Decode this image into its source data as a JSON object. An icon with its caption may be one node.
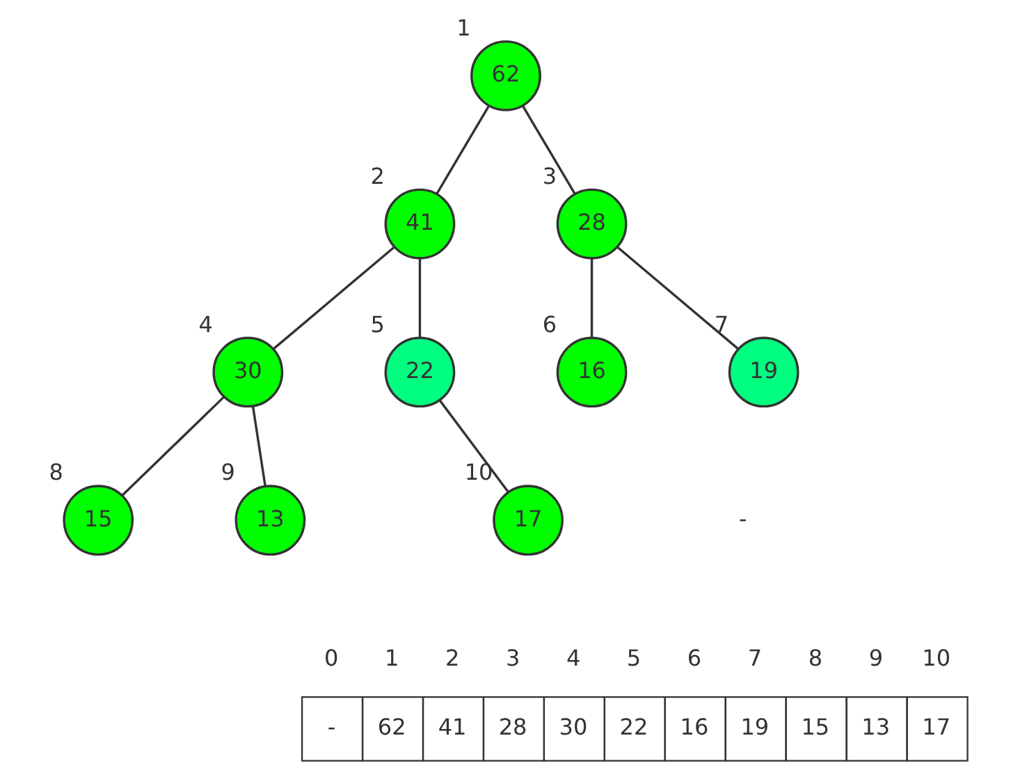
{
  "diagram": {
    "nodes": [
      {
        "text": [
          "62"
        ],
        "beside": [
          "1"
        ]
      },
      {
        "text": [
          "41"
        ],
        "beside": [
          "2"
        ]
      },
      {
        "text": [
          "28"
        ],
        "beside": [
          "3"
        ]
      },
      {
        "text": [
          "30"
        ],
        "beside": [
          "4"
        ]
      },
      {
        "text": [
          "22"
        ],
        "beside": [
          "5"
        ]
      },
      {
        "text": [
          "16"
        ],
        "beside": [
          "6"
        ]
      },
      {
        "text": [
          "19"
        ],
        "beside": [
          "7"
        ]
      },
      {
        "text": [
          "15"
        ],
        "beside": [
          "8"
        ]
      },
      {
        "text": [
          "13"
        ],
        "beside": [
          "9"
        ]
      },
      {
        "text": [
          "17"
        ],
        "beside": [
          "10"
        ]
      }
    ],
    "edges": [
      {
        "from": 0,
        "to": 1,
        "arrow": "none"
      },
      {
        "from": 0,
        "to": 2,
        "arrow": "none"
      },
      {
        "from": 1,
        "to": 3,
        "arrow": "none"
      },
      {
        "from": 1,
        "to": 4,
        "arrow": "none"
      },
      {
        "from": 2,
        "to": 5,
        "arrow": "none"
      },
      {
        "from": 2,
        "to": 6,
        "arrow": "none"
      },
      {
        "from": 3,
        "to": 7,
        "arrow": "none"
      },
      {
        "from": 3,
        "to": 8,
        "arrow": "none"
      },
      {
        "from": 4,
        "to": 9,
        "arrow": "none"
      }
    ],
    "labels": [
      "-",
      "0",
      "1",
      "2",
      "3",
      "4",
      "5",
      "6",
      "7",
      "8",
      "9",
      "10",
      "-",
      "62",
      "41",
      "28",
      "30",
      "22",
      "16",
      "19",
      "15",
      "13",
      "17"
    ]
  }
}
